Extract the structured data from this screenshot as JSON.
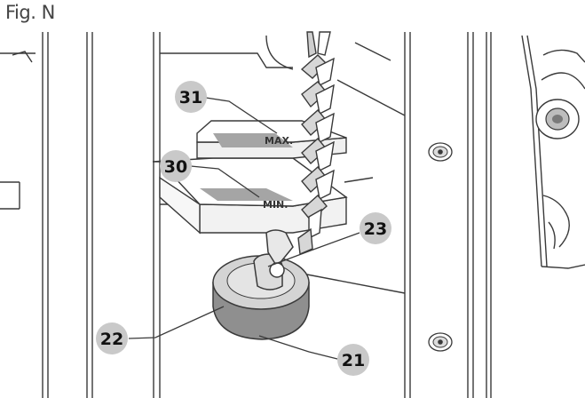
{
  "figure_label": "Fig. N",
  "callouts": {
    "c31": "31",
    "c30": "30",
    "c23": "23",
    "c22": "22",
    "c21": "21"
  },
  "markings": {
    "max": "MAX.",
    "min": "MIN."
  },
  "colors": {
    "line": "#3a3a3a",
    "callout_fill": "#c9c9c9",
    "marking_band": "#a5a5a5",
    "plug": "#d4d4d4",
    "plug_shadow": "#8f8f8f"
  }
}
